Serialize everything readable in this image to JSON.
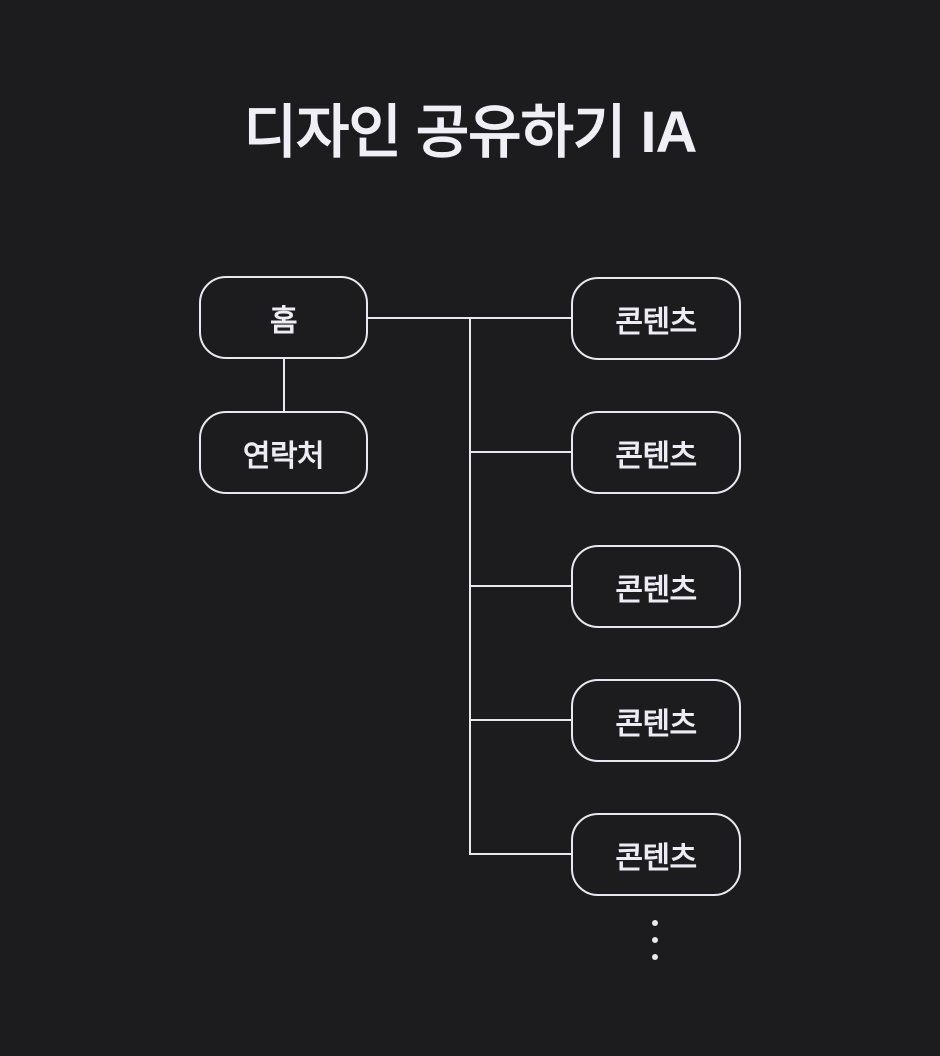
{
  "title": "디자인 공유하기 IA",
  "diagram": {
    "nodes": {
      "home": {
        "label": "홈"
      },
      "contact": {
        "label": "연락처"
      },
      "contents": [
        {
          "label": "콘텐츠"
        },
        {
          "label": "콘텐츠"
        },
        {
          "label": "콘텐츠"
        },
        {
          "label": "콘텐츠"
        },
        {
          "label": "콘텐츠"
        }
      ]
    },
    "connections": [
      "home-contact",
      "home-contents-trunk",
      "trunk-content-1",
      "trunk-content-2",
      "trunk-content-3",
      "trunk-content-4",
      "trunk-content-5"
    ],
    "more_indicator_dot_count": 3
  },
  "colors": {
    "background": "#1C1B1E",
    "line": "#E9E7F0",
    "text": "#EDEBF3",
    "title": "#F1EFF6"
  }
}
